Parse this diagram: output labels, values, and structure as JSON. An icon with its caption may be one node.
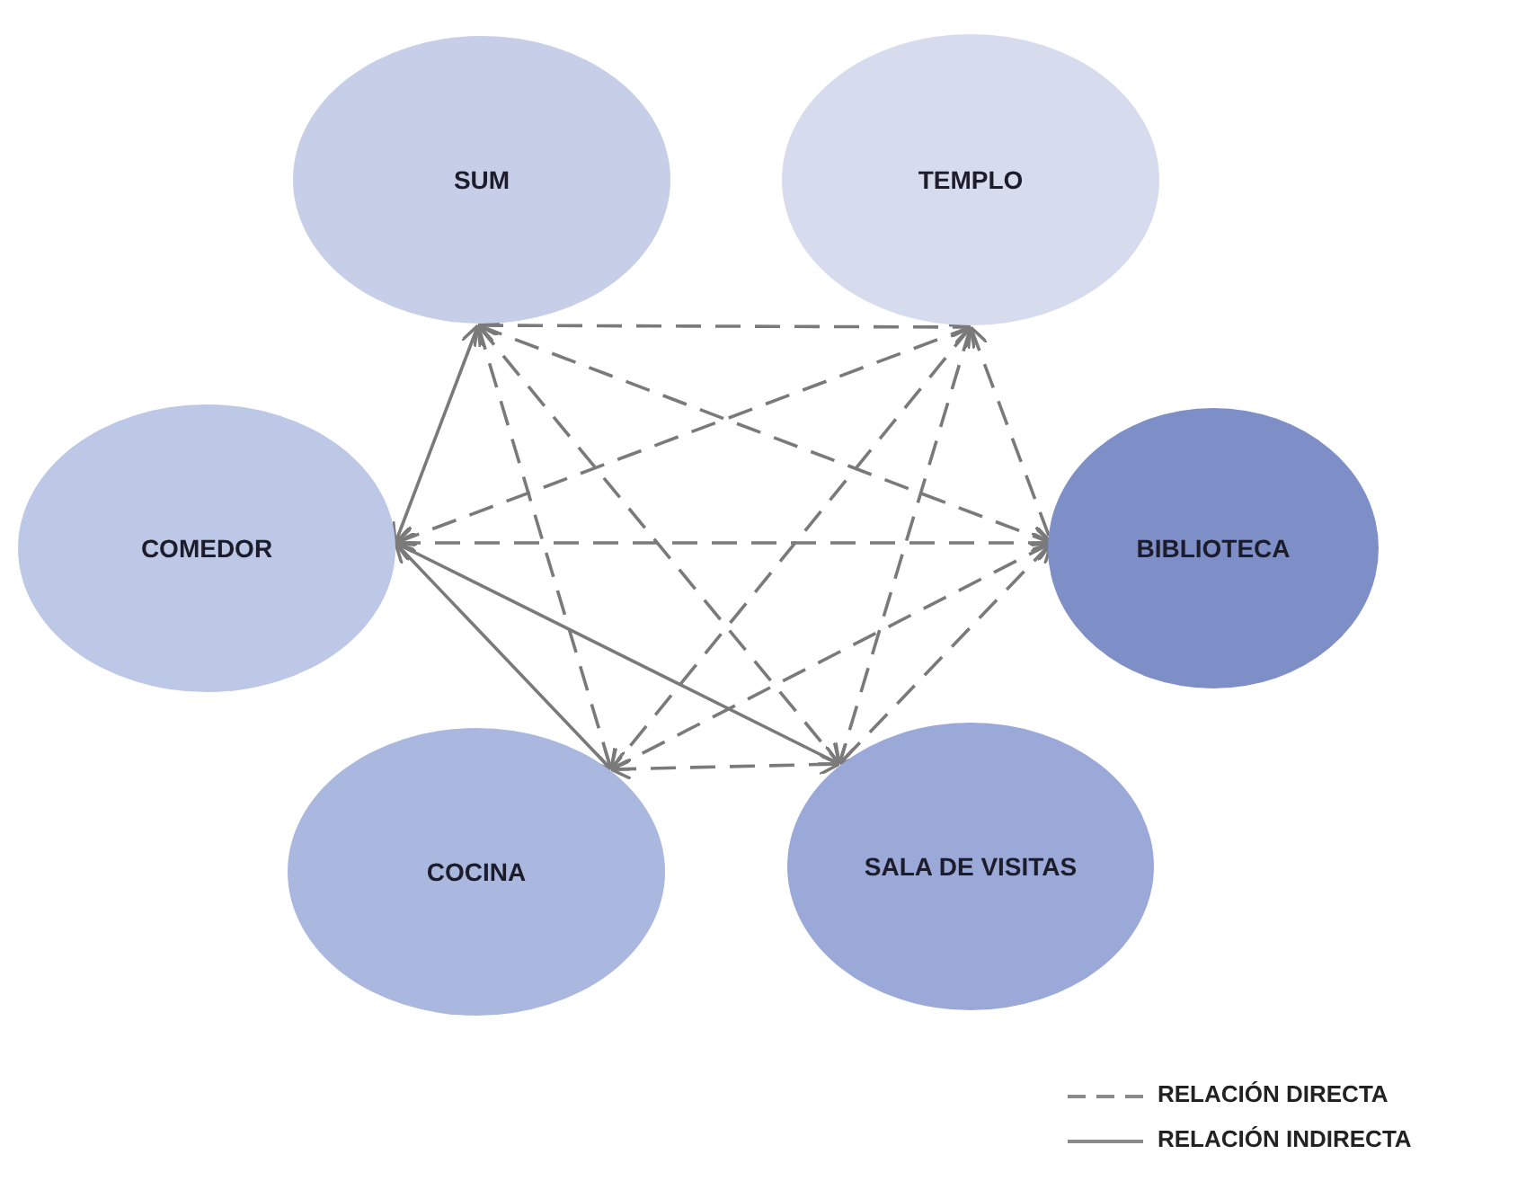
{
  "diagram": {
    "nodes": [
      {
        "text": [
          "SUM"
        ]
      },
      {
        "text": [
          "TEMPLO"
        ]
      },
      {
        "text": [
          "COMEDOR"
        ]
      },
      {
        "text": [
          "BIBLIOTECA"
        ]
      },
      {
        "text": [
          "COCINA"
        ]
      },
      {
        "text": [
          "SALA DE VISITAS"
        ]
      }
    ],
    "edges": [
      {
        "from": 0,
        "to": 1,
        "arrow": "both",
        "style": "dashed"
      },
      {
        "from": 0,
        "to": 2,
        "arrow": "both"
      },
      {
        "from": 0,
        "to": 3,
        "arrow": "both",
        "style": "dashed"
      },
      {
        "from": 0,
        "to": 4,
        "arrow": "both",
        "style": "dashed"
      },
      {
        "from": 0,
        "to": 5,
        "arrow": "both",
        "style": "dashed"
      },
      {
        "from": 2,
        "to": 1,
        "arrow": "both",
        "style": "dashed"
      },
      {
        "from": 2,
        "to": 3,
        "arrow": "both",
        "style": "dashed"
      },
      {
        "from": 2,
        "to": 4,
        "arrow": "both"
      },
      {
        "from": 2,
        "to": 5,
        "arrow": "both"
      },
      {
        "from": 1,
        "to": 3,
        "arrow": "both",
        "style": "dashed"
      },
      {
        "from": 1,
        "to": 4,
        "arrow": "both",
        "style": "dashed"
      },
      {
        "from": 1,
        "to": 5,
        "arrow": "both",
        "style": "dashed"
      },
      {
        "from": 3,
        "to": 4,
        "arrow": "both",
        "style": "dashed"
      },
      {
        "from": 3,
        "to": 5,
        "arrow": "both",
        "style": "dashed"
      },
      {
        "from": 4,
        "to": 5,
        "arrow": "both",
        "style": "dashed"
      }
    ],
    "legend": [
      {
        "text": "RELACIÓN DIRECTA"
      },
      {
        "text": "RELACIÓN INDIRECTA"
      }
    ]
  }
}
